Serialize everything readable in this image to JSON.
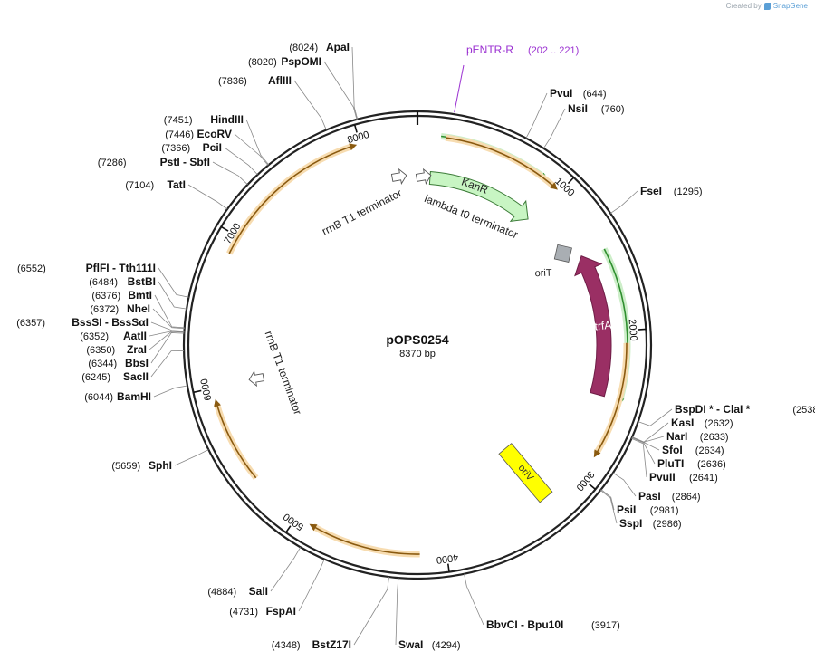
{
  "watermark": {
    "prefix": "Created by",
    "brand": "SnapGene"
  },
  "plasmid": {
    "name": "pOPS0254",
    "length_label": "8370 bp",
    "length": 8370
  },
  "primer": {
    "name": "pENTR-R",
    "range": "(202 .. 221)",
    "position": 211,
    "color": "#9a2fd1"
  },
  "ticks": [
    "1000",
    "2000",
    "3000",
    "4000",
    "5000",
    "6000",
    "7000",
    "8000"
  ],
  "features": [
    {
      "name": "KanR",
      "type": "arrow-outer",
      "start": 100,
      "end": 900,
      "color": "#c8f5c3",
      "stroke": "#3a7a36",
      "label": "KanR"
    },
    {
      "name": "trfA",
      "type": "arrow-outer",
      "start": 2450,
      "end": 1470,
      "color": "#9a2f64",
      "stroke": "#6e1d46",
      "label": "trfA",
      "labelColor": "#ffffff"
    },
    {
      "name": "oriT",
      "type": "box",
      "position": 1345,
      "color": "#a9aeb3",
      "label": "oriT"
    },
    {
      "name": "oriV",
      "type": "box",
      "position": 3250,
      "color": "#ffff00",
      "label": "oriV"
    },
    {
      "name": "rrnB T1 terminator",
      "position": 7980,
      "label": "rrnB T1 terminator"
    },
    {
      "name": "lambda t0 terminator",
      "position": 70,
      "label": "lambda t0 terminator"
    },
    {
      "name": "rrnB T1 terminator 2",
      "position": 5850,
      "label": "rrnB T1 terminator"
    }
  ],
  "arcs": [
    {
      "start": 150,
      "end": 860,
      "color": "#3aa33a",
      "kind": "green"
    },
    {
      "start": 1460,
      "end": 2450,
      "color": "#3aa33a",
      "kind": "green"
    },
    {
      "start": 180,
      "end": 950,
      "color": "#e8a23a",
      "kind": "orange"
    },
    {
      "start": 2080,
      "end": 2820,
      "color": "#e8a23a",
      "kind": "orange"
    },
    {
      "start": 4170,
      "end": 4880,
      "color": "#e8a23a",
      "kind": "orange"
    },
    {
      "start": 5360,
      "end": 5900,
      "color": "#e8a23a",
      "kind": "orange"
    },
    {
      "start": 6880,
      "end": 7950,
      "color": "#e8a23a",
      "kind": "orange"
    }
  ],
  "sites": [
    {
      "name": "ApaI",
      "pos": "(8024)",
      "side": "left"
    },
    {
      "name": "PspOMI",
      "pos": "(8020)",
      "side": "left"
    },
    {
      "name": "AflIII",
      "pos": "(7836)",
      "side": "left"
    },
    {
      "name": "HindIII",
      "pos": "(7451)",
      "side": "left"
    },
    {
      "name": "EcoRV",
      "pos": "(7446)",
      "side": "left"
    },
    {
      "name": "PciI",
      "pos": "(7366)",
      "side": "left"
    },
    {
      "name": "PstI  - SbfI",
      "pos": "(7286)",
      "side": "left"
    },
    {
      "name": "TatI",
      "pos": "(7104)",
      "side": "left"
    },
    {
      "name": "PflFI  - Tth111I",
      "pos": "(6552)",
      "side": "left"
    },
    {
      "name": "BstBI",
      "pos": "(6484)",
      "side": "left"
    },
    {
      "name": "BmtI",
      "pos": "(6376)",
      "side": "left"
    },
    {
      "name": "NheI",
      "pos": "(6372)",
      "side": "left"
    },
    {
      "name": "BssSI  - BssSαI",
      "pos": "(6357)",
      "side": "left"
    },
    {
      "name": "AatII",
      "pos": "(6352)",
      "side": "left"
    },
    {
      "name": "ZraI",
      "pos": "(6350)",
      "side": "left"
    },
    {
      "name": "BbsI",
      "pos": "(6344)",
      "side": "left"
    },
    {
      "name": "SacII",
      "pos": "(6245)",
      "side": "left"
    },
    {
      "name": "BamHI",
      "pos": "(6044)",
      "side": "left"
    },
    {
      "name": "SphI",
      "pos": "(5659)",
      "side": "left"
    },
    {
      "name": "SalI",
      "pos": "(4884)",
      "side": "left"
    },
    {
      "name": "FspAI",
      "pos": "(4731)",
      "side": "left"
    },
    {
      "name": "BstZ17I",
      "pos": "(4348)",
      "side": "left"
    },
    {
      "name": "SwaI",
      "pos": "(4294)",
      "side": "right"
    },
    {
      "name": "BbvCI  - Bpu10I",
      "pos": "(3917)",
      "side": "right"
    },
    {
      "name": "SspI",
      "pos": "(2986)",
      "side": "right"
    },
    {
      "name": "PsiI",
      "pos": "(2981)",
      "side": "right"
    },
    {
      "name": "PasI",
      "pos": "(2864)",
      "side": "right"
    },
    {
      "name": "PvuII",
      "pos": "(2641)",
      "side": "right"
    },
    {
      "name": "PluTI",
      "pos": "(2636)",
      "side": "right"
    },
    {
      "name": "SfoI",
      "pos": "(2634)",
      "side": "right"
    },
    {
      "name": "NarI",
      "pos": "(2633)",
      "side": "right"
    },
    {
      "name": "KasI",
      "pos": "(2632)",
      "side": "right"
    },
    {
      "name": "BspDI *  - ClaI *",
      "pos": "(2538)",
      "side": "right"
    },
    {
      "name": "FseI",
      "pos": "(1295)",
      "side": "right"
    },
    {
      "name": "NsiI",
      "pos": "(760)",
      "side": "right"
    },
    {
      "name": "PvuI",
      "pos": "(644)",
      "side": "right"
    }
  ]
}
